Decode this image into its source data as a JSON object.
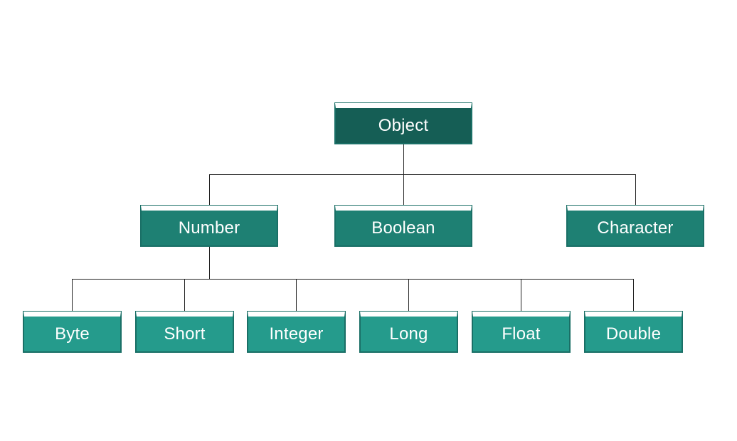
{
  "diagram": {
    "root": {
      "label": "Object",
      "color": "#155e55"
    },
    "level1": [
      {
        "label": "Number",
        "color": "#1e8073"
      },
      {
        "label": "Boolean",
        "color": "#1e8073"
      },
      {
        "label": "Character",
        "color": "#1e8073"
      }
    ],
    "level2": [
      {
        "label": "Byte",
        "color": "#259b8c"
      },
      {
        "label": "Short",
        "color": "#259b8c"
      },
      {
        "label": "Integer",
        "color": "#259b8c"
      },
      {
        "label": "Long",
        "color": "#259b8c"
      },
      {
        "label": "Float",
        "color": "#259b8c"
      },
      {
        "label": "Double",
        "color": "#259b8c"
      }
    ]
  }
}
